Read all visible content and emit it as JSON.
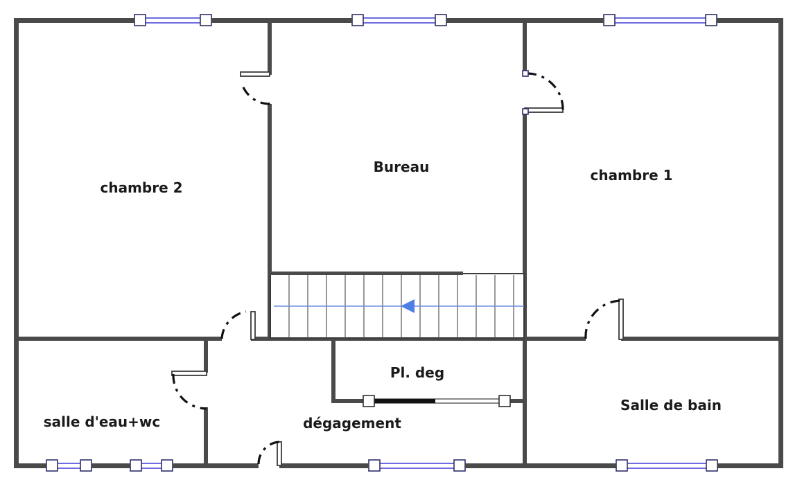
{
  "rooms": {
    "chambre2": "chambre 2",
    "bureau": "Bureau",
    "chambre1": "chambre 1",
    "pl_deg": "Pl. deg",
    "salle_eau": "salle d'eau+wc",
    "degagement": "dégagement",
    "salle_de_bain": "Salle de bain"
  },
  "colors": {
    "wall": "#3a3a3a",
    "window": "#3b3bd6",
    "stair_arrow": "#4f7fe6",
    "door_swing": "#111111"
  },
  "icons": {
    "stair_direction": "arrow-left-icon"
  }
}
